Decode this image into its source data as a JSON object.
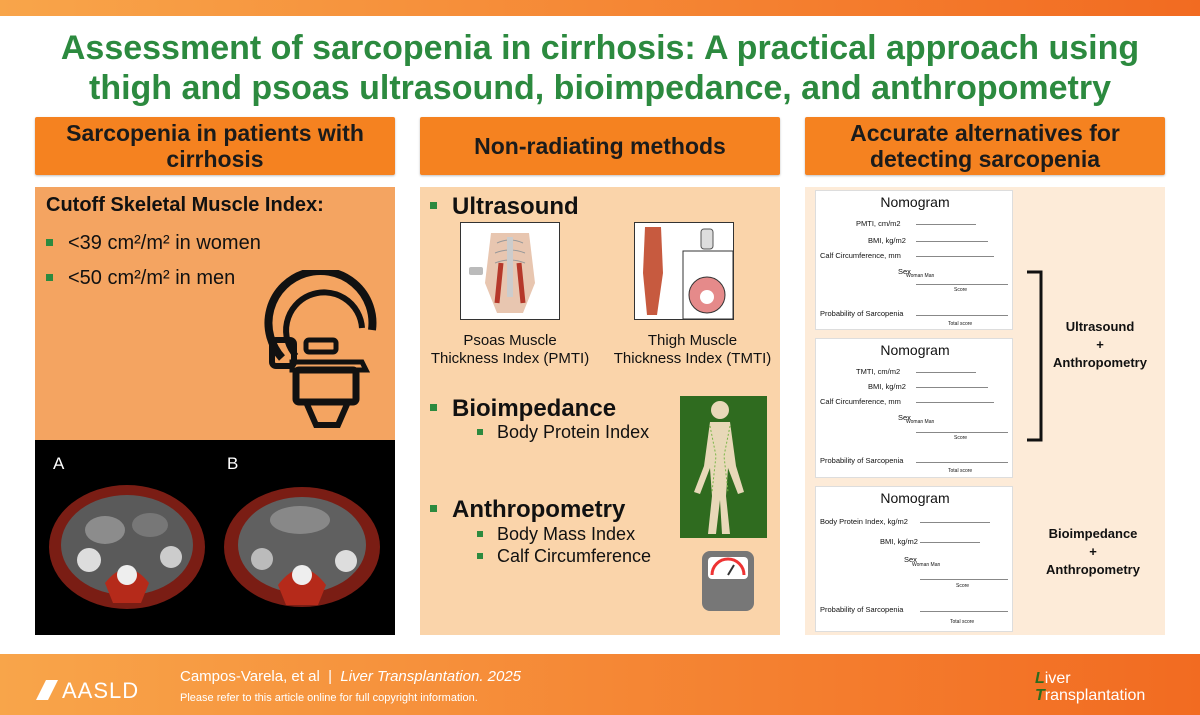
{
  "title_line1": "Assessment of sarcopenia in cirrhosis: A practical approach using",
  "title_line2": "thigh and psoas ultrasound, bioimpedance, and anthropometry",
  "columns": {
    "left_header": "Sarcopenia in patients with cirrhosis",
    "middle_header": "Non-radiating methods",
    "right_header": "Accurate alternatives for detecting sarcopenia"
  },
  "left": {
    "heading": "Cutoff Skeletal Muscle Index:",
    "item1": "<39 cm²/m² in women",
    "item2": "<50 cm²/m² in men",
    "ct_label_a": "A",
    "ct_label_b": "B"
  },
  "middle": {
    "ultrasound": "Ultrasound",
    "psoas_caption1": "Psoas Muscle",
    "psoas_caption2": "Thickness Index (PMTI)",
    "thigh_caption1": "Thigh Muscle",
    "thigh_caption2": "Thickness Index (TMTI)",
    "bioimpedance": "Bioimpedance",
    "bpi": "Body Protein Index",
    "anthropometry": "Anthropometry",
    "bmi": "Body Mass Index",
    "calf": "Calf Circumference"
  },
  "right": {
    "nomogram_title": "Nomogram",
    "n1_rows": [
      "PMTI, cm/m2",
      "BMI, kg/m2",
      "Calf Circumference, mm",
      "Sex",
      "Probability of Sarcopenia"
    ],
    "n2_rows": [
      "TMTI, cm/m2",
      "BMI, kg/m2",
      "Calf Circumference, mm",
      "Sex",
      "Probability of Sarcopenia"
    ],
    "n3_rows": [
      "Body Protein Index, kg/m2",
      "BMI, kg/m2",
      "Sex",
      "Probability of Sarcopenia"
    ],
    "score_label": "Score",
    "total_label": "Total score",
    "sex_values": "Woman Man",
    "label_us1": "Ultrasound",
    "plus": "+",
    "label_us2": "Anthropometry",
    "label_bi1": "Bioimpedance",
    "label_bi2": "Anthropometry"
  },
  "footer": {
    "citation_authors": "Campos-Varela, et al  |  ",
    "citation_journal": "Liver Transplantation. 2025",
    "copyright": "Please refer to this article online for full copyright information.",
    "aasld": "AASLD",
    "lt_L": "L",
    "lt_iver": "iver",
    "lt_T": "T",
    "lt_ransplantation": "ransplantation"
  },
  "colors": {
    "green": "#2c8a3f",
    "orange": "#f58220"
  }
}
